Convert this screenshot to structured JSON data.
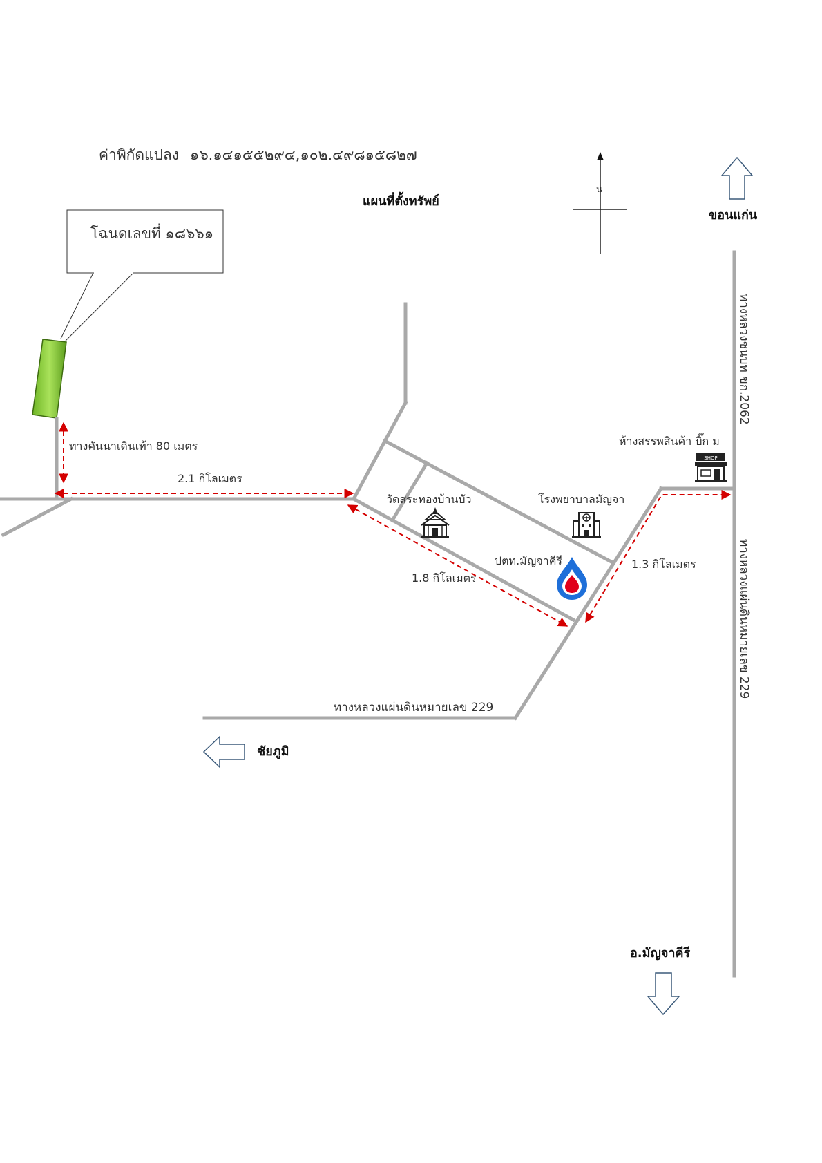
{
  "header": {
    "coords_label": "ค่าพิกัดแปลง",
    "coords_value": "๑๖.๑๔๑๕๕๒๙๔,๑๐๒.๔๙๘๑๕๘๒๗",
    "map_title": "แผนที่ตั้งทรัพย์"
  },
  "compass": {
    "north": "น"
  },
  "deed_callout": "โฉนดเลขที่ ๑๘๖๖๑",
  "directions": {
    "north": "ขอนแก่น",
    "west": "ชัยภูมิ",
    "south": "อ.มัญจาคีรี"
  },
  "roads": {
    "rural_road": "ทางหลวงชนบท ขก.2062",
    "highway_east": "ทางหลวงแผ่นดินหมายเลข 229",
    "highway_south": "ทางหลวงแผ่นดินหมายเลข 229"
  },
  "distances": {
    "walkway": "ทางคันนาเดินเท้า 80 เมตร",
    "d1": "2.1 กิโลเมตร",
    "d2": "1.8 กิโลเมตร",
    "d3": "1.3 กิโลเมตร"
  },
  "landmarks": {
    "temple": "วัดสระทองบ้านบัว",
    "hospital": "โรงพยาบาลมัญจา",
    "gas_station": "ปตท.มัญจาคีรี",
    "mall": "ห้างสรรพสินค้า บิ๊ก ม",
    "shop_sign": "SHOP"
  },
  "icons": {
    "temple": "temple-icon",
    "hospital": "hospital-icon",
    "gas": "ptt-gas-icon",
    "shop": "shop-icon"
  },
  "colors": {
    "road": "#a9a9a9",
    "route": "#d40000",
    "parcel": "#8fd13a",
    "ptt_blue": "#1e6fd9",
    "ptt_red": "#e0001b"
  }
}
